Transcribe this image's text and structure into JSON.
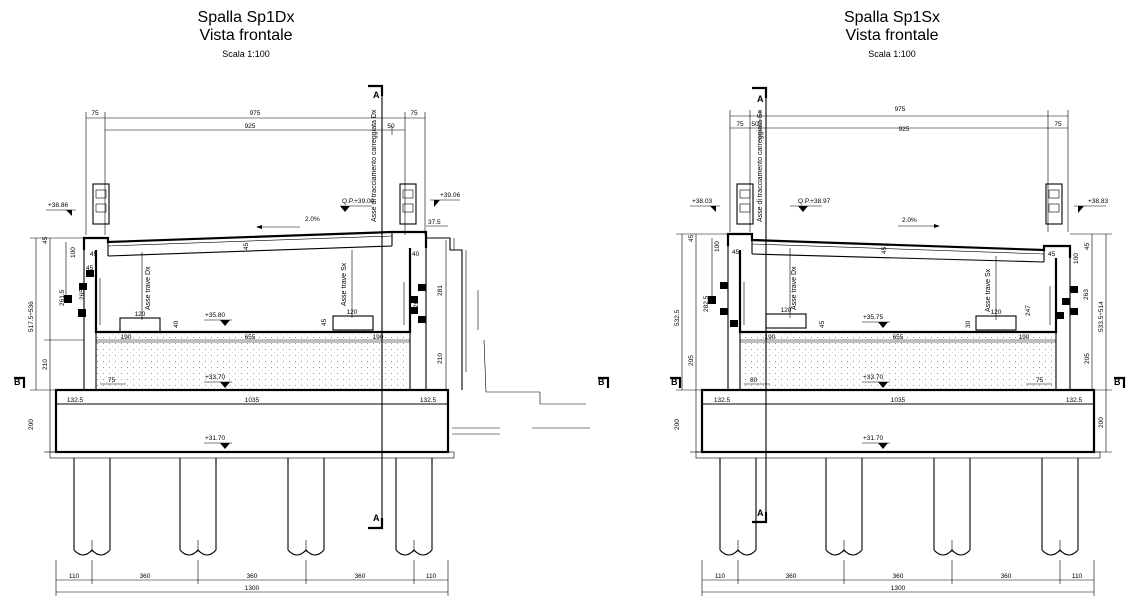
{
  "left": {
    "title_line1": "Spalla Sp1Dx",
    "title_line2": "Vista frontale",
    "scale": "Scala 1:100",
    "section_a": "A",
    "section_b": "B",
    "el_left": "+38.86",
    "el_right": "+39.06",
    "op": "Q.P.+39.00",
    "slope": "2.0%",
    "axis_tracc": "Asse di tracciamento carreggiata Dx",
    "axis_dx": "Asse trave Dx",
    "axis_sx": "Asse trave Sx",
    "el_seat": "+35.80",
    "el_mid": "+33.70",
    "el_bot": "+31.70",
    "dims": {
      "top75a": "75",
      "top975": "975",
      "top75b": "75",
      "top925": "925",
      "top50": "50",
      "d37_5": "37.5",
      "d45a": "45",
      "d100": "100",
      "d45b": "45",
      "d40": "40",
      "d45c": "45",
      "d45d": "45",
      "d261_5": "261.5",
      "d265a": "265",
      "d120a": "120",
      "d120b": "120",
      "d45e": "45",
      "d40b": "40",
      "d265b": "265",
      "d281": "281",
      "d190a": "190",
      "d655": "655",
      "d190b": "190",
      "d75": "75",
      "d132_5a": "132.5",
      "d1035": "1035",
      "d132_5b": "132.5",
      "d517": "517.5÷536",
      "d210a": "210",
      "d210b": "210",
      "d200": "200",
      "p110a": "110",
      "p360a": "360",
      "p360b": "360",
      "p360c": "360",
      "p110b": "110",
      "p1300": "1300"
    }
  },
  "right": {
    "title_line1": "Spalla Sp1Sx",
    "title_line2": "Vista frontale",
    "scale": "Scala 1:100",
    "section_a": "A",
    "section_b": "B",
    "el_left": "+38.03",
    "el_right": "+38.83",
    "op": "Q.P.+38.97",
    "slope": "2.0%",
    "axis_tracc": "Asse di tracciamento carreggiata Sx",
    "axis_dx": "Asse trave Dx",
    "axis_sx": "Asse trave Sx",
    "el_seat": "+35.75",
    "el_mid": "+33.70",
    "el_bot": "+31.70",
    "dims": {
      "top75a": "75",
      "top50": "50",
      "top975": "975",
      "top925": "925",
      "top75b": "75",
      "d45a": "45",
      "d100a": "100",
      "d45b": "45",
      "d45c": "45",
      "d45d": "45",
      "d100b": "100",
      "d45e": "45",
      "d282_5": "282.5",
      "d120a": "120",
      "d120b": "120",
      "d45f": "45",
      "d30": "30",
      "d247": "247",
      "d263": "263",
      "d190a": "190",
      "d655": "655",
      "d190b": "190",
      "d80": "80",
      "d75": "75",
      "d132_5a": "132.5",
      "d1035": "1035",
      "d132_5b": "132.5",
      "d532_5": "532.5",
      "d533": "533.5÷514",
      "d205a": "205",
      "d205b": "205",
      "d200a": "200",
      "d200b": "200",
      "p110a": "110",
      "p360a": "360",
      "p360b": "360",
      "p360c": "360",
      "p110b": "110",
      "p1300": "1300"
    }
  }
}
